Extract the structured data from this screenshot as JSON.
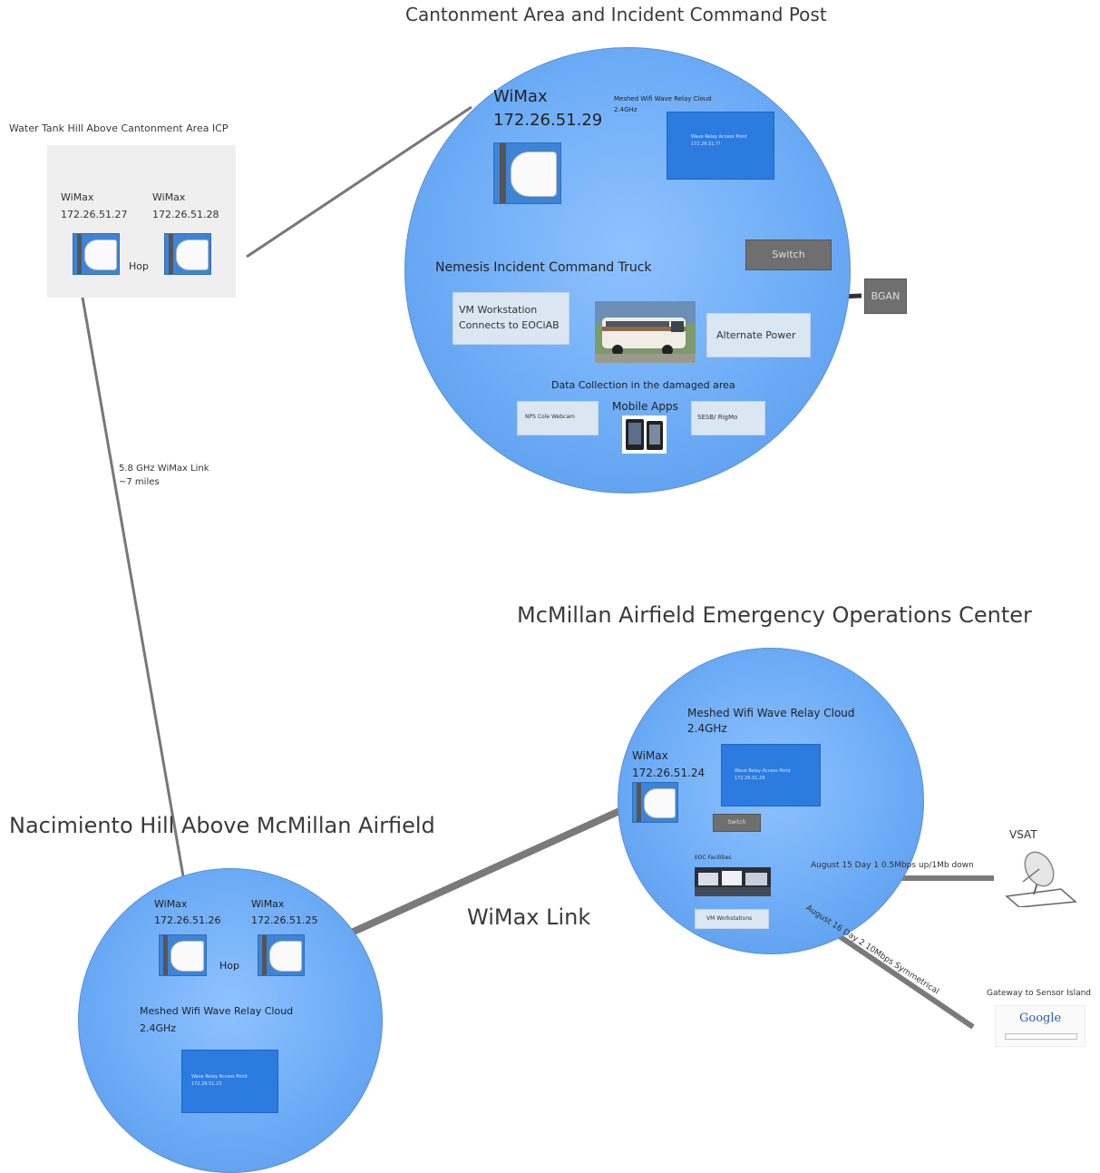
{
  "titles": {
    "cantonment": "Cantonment Area and Incident Command Post",
    "water_tank": "Water Tank Hill Above Cantonment Area ICP",
    "mcmillan": "McMillan Airfield Emergency Operations Center",
    "nacimiento": "Nacimiento Hill Above McMillan Airfield"
  },
  "water_tank": {
    "left_label": "WiMax",
    "left_ip": "172.26.51.27",
    "right_label": "WiMax",
    "right_ip": "172.26.51.28",
    "hop": "Hop"
  },
  "link_long": {
    "line1": "5.8 GHz WiMax Link",
    "line2": "~7 miles"
  },
  "icp": {
    "wimax_label": "WiMax",
    "wimax_ip": "172.26.51.29",
    "mesh_line1": "Meshed Wifi Wave Relay Cloud",
    "mesh_line2": "2.4GHz",
    "ap_line1": "Wave Relay Access Point",
    "ap_line2": "172.26.51.??",
    "switch": "Switch",
    "truck_title": "Nemesis Incident Command Truck",
    "vm_line1": "VM Workstation",
    "vm_line2": "Connects to EOCiAB",
    "alt_power": "Alternate Power",
    "bgan": "BGAN",
    "data_collection": "Data Collection in the damaged area",
    "mobile_apps": "Mobile Apps",
    "webcam": "NPS Cole Webcam",
    "sensor": "SESB/ RigMo"
  },
  "eoc": {
    "mesh_line1": "Meshed Wifi Wave Relay Cloud",
    "mesh_line2": "2.4GHz",
    "wimax_label": "WiMax",
    "wimax_ip": "172.26.51.24",
    "ap_line1": "Wave Relay Access Point",
    "ap_line2": "172.26.51.29",
    "switch": "Switch",
    "eoc_label": "EOC Facilities",
    "vm_label": "VM Workstations"
  },
  "vsat": {
    "label": "VSAT",
    "link": "August 15 Day 1 0.5Mbps up/1Mb down"
  },
  "google": {
    "gateway": "Gateway to Sensor Island",
    "logo": "Google",
    "link": "August 16 Day 2 10Mbps Symmetrical"
  },
  "wimax_link": "WiMax Link",
  "nacimiento": {
    "left_label": "WiMax",
    "left_ip": "172.26.51.26",
    "right_label": "WiMax",
    "right_ip": "172.26.51.25",
    "hop": "Hop",
    "mesh_line1": "Meshed Wifi Wave Relay Cloud",
    "mesh_line2": "2.4GHz",
    "ap_line1": "Wave Relay Access Point",
    "ap_line2": "172.26.51.23"
  },
  "colors": {
    "circle": "#6aaaf5",
    "link_line": "#7a7a7a",
    "wave_relay_box": "#2b7be0"
  }
}
